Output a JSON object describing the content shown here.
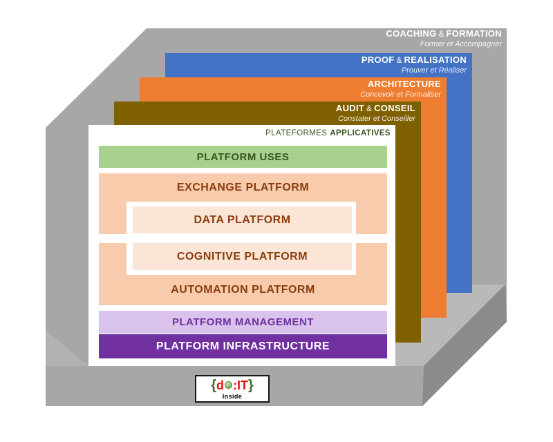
{
  "layers": [
    {
      "name": "coaching",
      "title_pre": "COACHING",
      "title_amp": "&",
      "title_post": "FORMATION",
      "subtitle": "Former et Accompagner"
    },
    {
      "name": "proof",
      "title_pre": "PROOF",
      "title_amp": "&",
      "title_post": "REALISATION",
      "subtitle": "Prouver et Réaliser"
    },
    {
      "name": "architecture",
      "title_pre": "ARCHITECTURE",
      "title_amp": "",
      "title_post": "",
      "subtitle": "Concevoir et Formaliser"
    },
    {
      "name": "audit",
      "title_pre": "AUDIT",
      "title_amp": "&",
      "title_post": "CONSEIL",
      "subtitle": "Constater et Conseiller"
    }
  ],
  "platforms_panel": {
    "label_word1": "PLATEFORMES",
    "label_word2": "APPLICATIVES",
    "uses": "PLATFORM USES",
    "exchange": "EXCHANGE PLATFORM",
    "data": "DATA PLATFORM",
    "cognitive": "COGNITIVE PLATFORM",
    "automation": "AUTOMATION PLATFORM",
    "management": "PLATFORM MANAGEMENT",
    "infrastructure": "PLATFORM INFRASTRUCTURE"
  },
  "logo": {
    "brace_open": "{",
    "letter_d": "d",
    "letters_it": ":IT",
    "brace_close": "}",
    "caption": "Inside"
  },
  "colors": {
    "wall-gray": "#a7a7a7",
    "floor-gray": "#b9b9b9",
    "face-gray": "#8b8b8b",
    "corner-gray": "#b2b2b2",
    "blue": "#4472c4",
    "orange": "#ed7d31",
    "olive": "#7f6000",
    "green-bar": "#a9d18e",
    "green-text": "#375623",
    "salmon": "#f8cbad",
    "peach": "#fbe5d6",
    "rust-text": "#8b3c0c",
    "lavender": "#d9c2ec",
    "purple": "#7030a0",
    "logo-red": "#e8140c",
    "logo-green": "#44682c"
  }
}
